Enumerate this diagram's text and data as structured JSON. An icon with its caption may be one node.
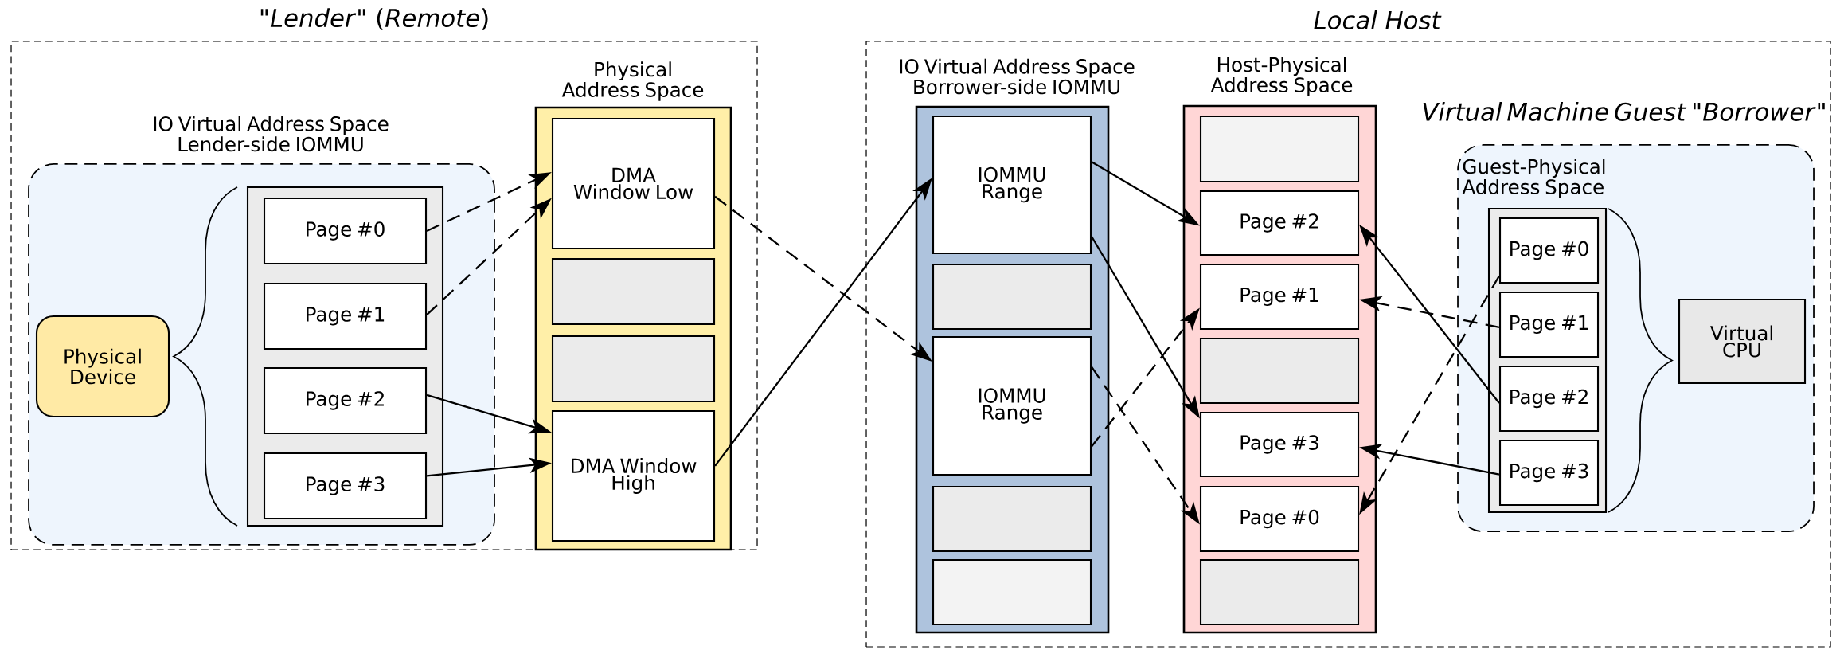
{
  "diagram": {
    "nodes": [
      {
        "text": [
          "\"*Lender*\" (*Remote*)"
        ]
      },
      {
        "text": [
          "IO Virtual Address Space Lender-side IOMMU"
        ],
        "in": 0
      },
      {
        "text": [
          "Physical Device"
        ],
        "in": 1
      },
      {
        "text": [],
        "shape": "box",
        "in": 1
      },
      {
        "text": [
          "Page #0"
        ],
        "in": 3
      },
      {
        "text": [
          "Page #1"
        ],
        "in": 3
      },
      {
        "text": [
          "Page #2"
        ],
        "in": 3
      },
      {
        "text": [
          "Page #3"
        ],
        "in": 3
      },
      {
        "text": [
          "Physical Address Space"
        ],
        "in": 0
      },
      {
        "text": [
          "DMA Window Low"
        ],
        "in": 8
      },
      {
        "text": [],
        "shape": "box",
        "in": 8
      },
      {
        "text": [],
        "shape": "box",
        "in": 8
      },
      {
        "text": [
          "DMA Window High"
        ],
        "in": 8
      },
      {
        "text": [
          "*Local Host*"
        ]
      },
      {
        "text": [
          "IO Virtual Address Space Borrower-side IOMMU"
        ],
        "in": 13
      },
      {
        "text": [
          "IOMMU Range"
        ],
        "in": 14
      },
      {
        "text": [],
        "shape": "box",
        "in": 14
      },
      {
        "text": [
          "IOMMU Range"
        ],
        "in": 14
      },
      {
        "text": [],
        "shape": "box",
        "in": 14
      },
      {
        "text": [],
        "shape": "box",
        "in": 14
      },
      {
        "text": [
          "Host-Physical Address Space"
        ],
        "in": 13
      },
      {
        "text": [],
        "shape": "box",
        "in": 20
      },
      {
        "text": [
          "Page #2"
        ],
        "in": 20
      },
      {
        "text": [
          "Page #1"
        ],
        "in": 20
      },
      {
        "text": [],
        "shape": "box",
        "in": 20
      },
      {
        "text": [
          "Page #3"
        ],
        "in": 20
      },
      {
        "text": [
          "Page #0"
        ],
        "in": 20
      },
      {
        "text": [],
        "shape": "box",
        "in": 20
      },
      {
        "text": [
          "*Virtual Machine Guest* \"*Borrower*\""
        ],
        "in": 13
      },
      {
        "text": [
          "Guest-Physical Address Space"
        ],
        "in": 28
      },
      {
        "text": [
          "Page #0"
        ],
        "in": 29
      },
      {
        "text": [
          "Page #1"
        ],
        "in": 29
      },
      {
        "text": [
          "Page #2"
        ],
        "in": 29
      },
      {
        "text": [
          "Page #3"
        ],
        "in": 29
      },
      {
        "text": [
          "Virtual CPU"
        ],
        "in": 28
      }
    ],
    "edges": [
      {
        "from": 4,
        "to": 9,
        "arrow": "to",
        "style": "dashed"
      },
      {
        "from": 5,
        "to": 9,
        "arrow": "to",
        "style": "dashed"
      },
      {
        "from": 6,
        "to": 12,
        "arrow": "to"
      },
      {
        "from": 7,
        "to": 12,
        "arrow": "to"
      },
      {
        "from": 9,
        "to": 17,
        "arrow": "to",
        "style": "dashed"
      },
      {
        "from": 12,
        "to": 15,
        "arrow": "to"
      },
      {
        "from": 15,
        "to": 22,
        "arrow": "to"
      },
      {
        "from": 15,
        "to": 25,
        "arrow": "to"
      },
      {
        "from": 17,
        "to": 23,
        "arrow": "to",
        "style": "dashed"
      },
      {
        "from": 17,
        "to": 26,
        "arrow": "to",
        "style": "dashed"
      },
      {
        "from": 30,
        "to": 26,
        "arrow": "to",
        "style": "dashed"
      },
      {
        "from": 31,
        "to": 23,
        "arrow": "to",
        "style": "dashed"
      },
      {
        "from": 32,
        "to": 22,
        "arrow": "to"
      },
      {
        "from": 33,
        "to": 25,
        "arrow": "to"
      }
    ]
  }
}
